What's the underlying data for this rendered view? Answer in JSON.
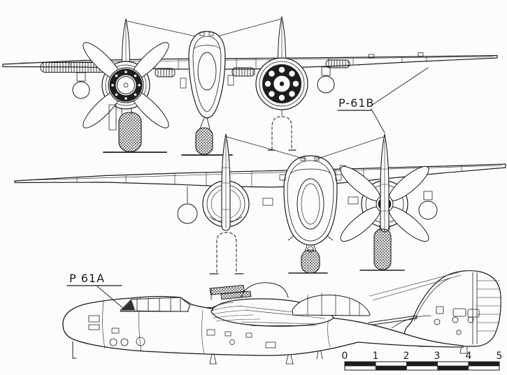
{
  "figure": {
    "labels": {
      "variant_b": "P-61B",
      "variant_a": "P 61A"
    },
    "scale_bar": {
      "ticks": [
        "0",
        "1",
        "2",
        "3",
        "4",
        "5"
      ]
    },
    "colors": {
      "ink": "#1c1c1c",
      "paper": "#fcfcfa"
    }
  }
}
